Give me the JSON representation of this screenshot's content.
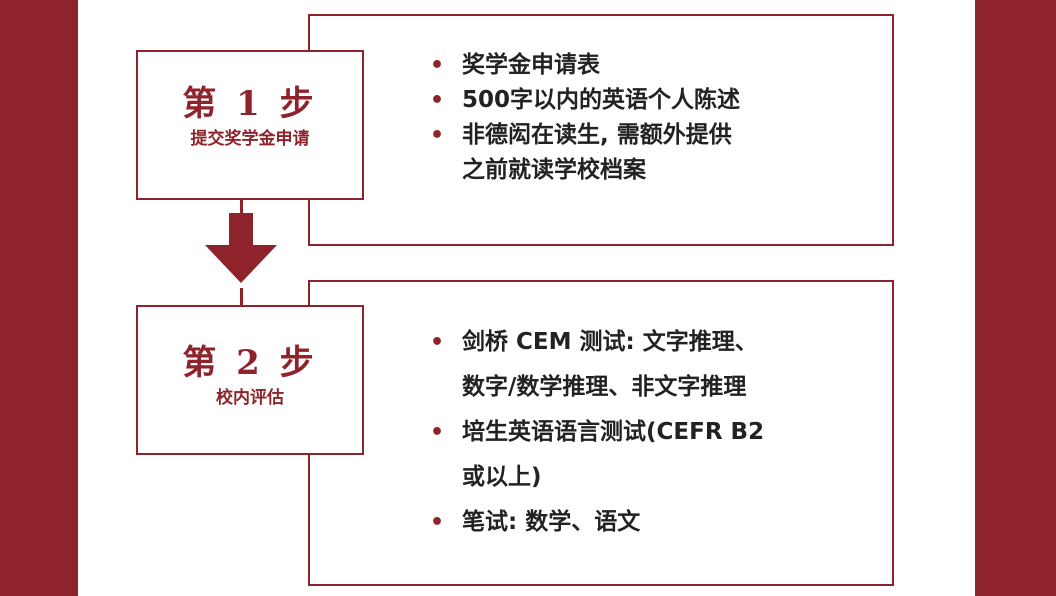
{
  "colors": {
    "accent": "#8f232b",
    "text": "#222222",
    "background": "#ffffff"
  },
  "step1": {
    "title": "第 1 步",
    "subtitle": "提交奖学金申请",
    "items": [
      [
        "奖学金申请表"
      ],
      [
        "500字以内的英语个人陈述"
      ],
      [
        "非德闳在读生, 需额外提供",
        "之前就读学校档案"
      ]
    ]
  },
  "step2": {
    "title": "第 2 步",
    "subtitle": "校内评估",
    "items": [
      [
        "剑桥 CEM 测试: 文字推理、",
        "数字/数学推理、非文字推理"
      ],
      [
        "培生英语语言测试(CEFR B2",
        "或以上)"
      ],
      [
        "笔试: 数学、语文"
      ]
    ]
  },
  "connector": {
    "icon": "arrow-down-icon"
  }
}
